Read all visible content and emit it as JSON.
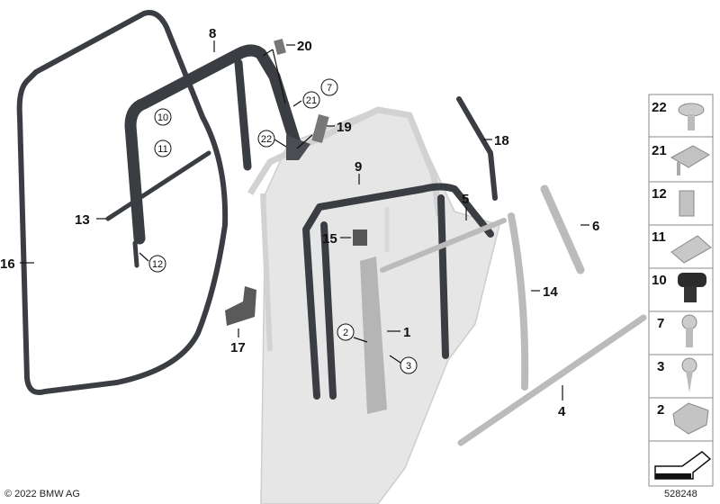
{
  "callouts": {
    "plain": {
      "1": "1",
      "4": "4",
      "5": "5",
      "6": "6",
      "8": "8",
      "9": "9",
      "13": "13",
      "14": "14",
      "15": "15",
      "16": "16",
      "17": "17",
      "18": "18",
      "19": "19",
      "20": "20"
    },
    "circled": {
      "2": "2",
      "3": "3",
      "7": "7",
      "10": "10",
      "11": "11",
      "12": "12",
      "21": "21",
      "22": "22"
    }
  },
  "legend": {
    "items": [
      {
        "number": "22",
        "part": "screw-icon"
      },
      {
        "number": "21",
        "part": "clip-icon"
      },
      {
        "number": "12",
        "part": "clip-nut-icon"
      },
      {
        "number": "11",
        "part": "clip-icon"
      },
      {
        "number": "10",
        "part": "plug-icon"
      },
      {
        "number": "7",
        "part": "screw-icon"
      },
      {
        "number": "3",
        "part": "screw-icon"
      },
      {
        "number": "2",
        "part": "nut-icon"
      }
    ],
    "arrow": "direction-arrow-icon"
  },
  "footer": {
    "copyright": "© 2022 BMW AG",
    "diagram_id": "528248"
  },
  "colors": {
    "seal": "#3a3d42",
    "door_panel": "#e4e4e4",
    "door_frame": "#cfcfcf",
    "trim": "#b8b8b8"
  }
}
